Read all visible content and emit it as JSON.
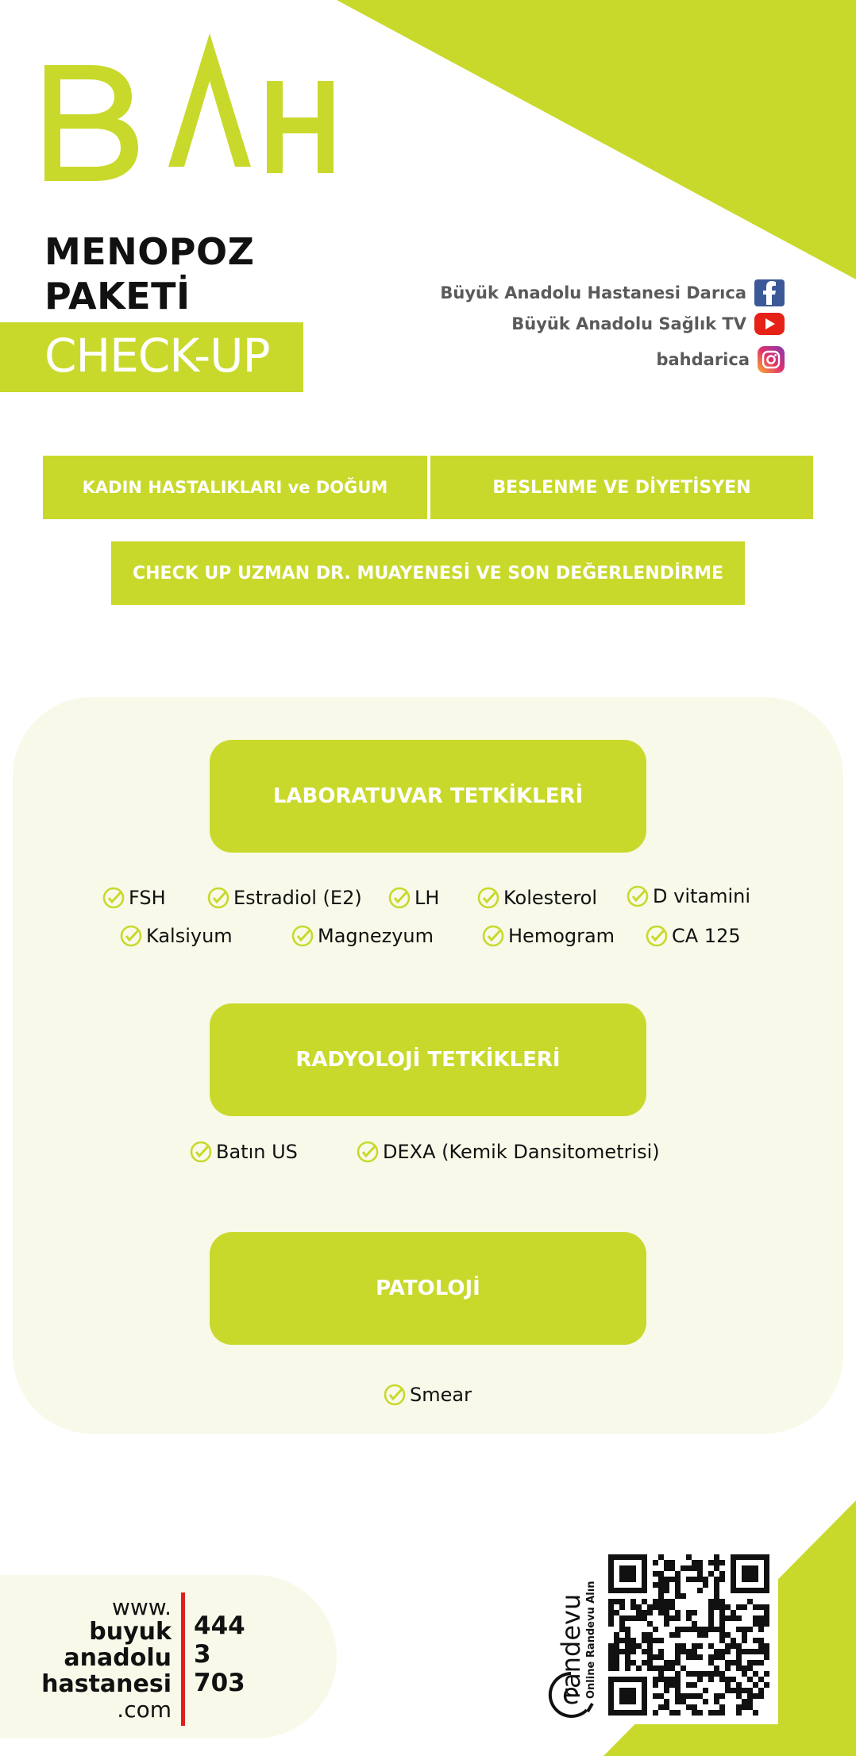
{
  "brand": {
    "logo_letters": "BAH",
    "accent_color": "#c8d92b",
    "panel_color": "#f8f9e9"
  },
  "title": {
    "line1": "MENOPOZ",
    "line2": "PAKETİ",
    "badge": "CHECK-UP"
  },
  "social": [
    {
      "label": "Büyük Anadolu Hastanesi Darıca",
      "icon": "facebook-icon"
    },
    {
      "label": "Büyük Anadolu Sağlık TV",
      "icon": "youtube-icon"
    },
    {
      "label": "bahdarica",
      "icon": "instagram-icon"
    }
  ],
  "categories": {
    "gyn": "KADIN HASTALIKLARI ve DOĞUM",
    "diet": "BESLENME VE DİYETİSYEN",
    "exam": "CHECK UP UZMAN DR. MUAYENESİ VE SON DEĞERLENDİRME"
  },
  "sections": {
    "lab": {
      "title": "LABORATUVAR TETKİKLERİ",
      "items": [
        "FSH",
        "Estradiol (E2)",
        "LH",
        "Kolesterol",
        "D vitamini",
        "Kalsiyum",
        "Magnezyum",
        "Hemogram",
        "CA 125"
      ]
    },
    "radiology": {
      "title": "RADYOLOJİ TETKİKLERİ",
      "items": [
        "Batın US",
        "DEXA (Kemik Dansitometrisi)"
      ]
    },
    "pathology": {
      "title": "PATOLOJİ",
      "items": [
        "Smear"
      ]
    }
  },
  "footer": {
    "www": "www.",
    "line1": "buyuk",
    "line2": "anadolu",
    "line3": "hastanesi",
    "com": ".com",
    "phone": [
      "444",
      "3",
      "703"
    ],
    "randevu": "randevu",
    "randevu_sub": "Online Randevu Alın",
    "e_letter": "e"
  }
}
